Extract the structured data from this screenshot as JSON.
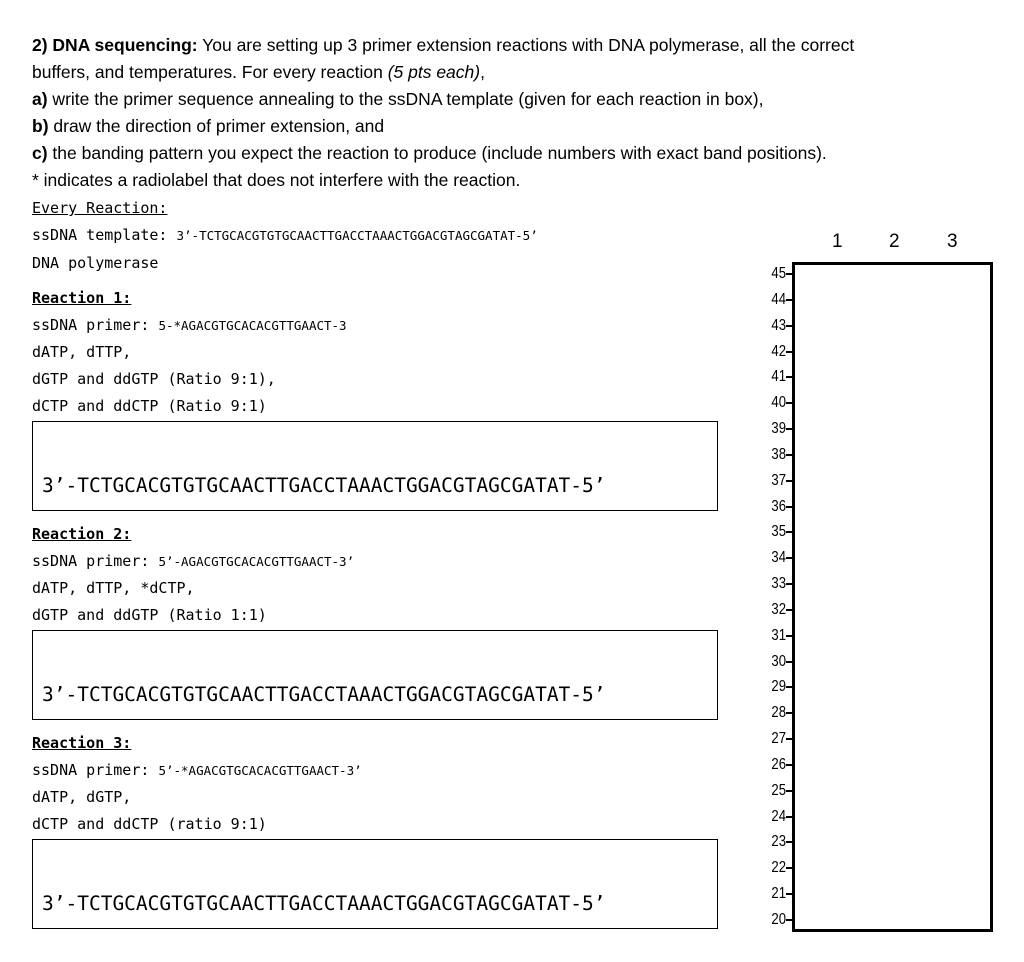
{
  "intro": {
    "heading": "2) DNA sequencing:",
    "line1_rest": " You are setting up 3 primer extension reactions with DNA polymerase, all the correct",
    "line2_a": "buffers, and temperatures. For every reaction ",
    "line2_em": "(5 pts each)",
    "line2_b": ",",
    "a_label": "a)",
    "a_text": " write the primer sequence annealing to the ssDNA template (given for each reaction in box),",
    "b_label": "b)",
    "b_text": " draw the direction of primer extension, and",
    "c_label": "c)",
    "c_text": " the banding pattern you expect the reaction to produce (include numbers with exact band positions).",
    "note": "* indicates a radiolabel that does not interfere with the reaction."
  },
  "every": {
    "heading": "Every Reaction:",
    "template_label": "ssDNA template: ",
    "template_seq": "3’-TCTGCACGTGTGCAACTTGACCTAAACTGGACGTAGCGATAT-5’",
    "polymerase": "DNA polymerase"
  },
  "reactions": [
    {
      "heading": "Reaction 1:",
      "primer_label": "ssDNA primer: ",
      "primer_seq": "5-*AGACGTGCACACGTTGAACT-3",
      "line1": "dATP, dTTP,",
      "line2": "dGTP and ddGTP (Ratio 9:1),",
      "line3": "dCTP and ddCTP (Ratio 9:1)",
      "box_seq": "3’-TCTGCACGTGTGCAACTTGACCTAAACTGGACGTAGCGATAT-5’"
    },
    {
      "heading": "Reaction 2:",
      "primer_label": "ssDNA primer: ",
      "primer_seq": "5’-AGACGTGCACACGTTGAACT-3’",
      "line1": "dATP, dTTP, *dCTP,",
      "line2": "dGTP and ddGTP (Ratio 1:1)",
      "box_seq": "3’-TCTGCACGTGTGCAACTTGACCTAAACTGGACGTAGCGATAT-5’"
    },
    {
      "heading": "Reaction 3:",
      "primer_label": "ssDNA primer: ",
      "primer_seq": "5’-*AGACGTGCACACGTTGAACT-3’",
      "line1": "dATP, dGTP,",
      "line2": "dCTP and ddCTP (ratio 9:1)",
      "box_seq": "3’-TCTGCACGTGTGCAACTTGACCTAAACTGGACGTAGCGATAT-5’"
    }
  ],
  "gel": {
    "lanes": [
      "1",
      "2",
      "3"
    ],
    "ticks": [
      "45",
      "44",
      "43",
      "42",
      "41",
      "40",
      "39",
      "38",
      "37",
      "36",
      "35",
      "34",
      "33",
      "32",
      "31",
      "30",
      "29",
      "28",
      "27",
      "26",
      "25",
      "24",
      "23",
      "22",
      "21",
      "20"
    ]
  }
}
